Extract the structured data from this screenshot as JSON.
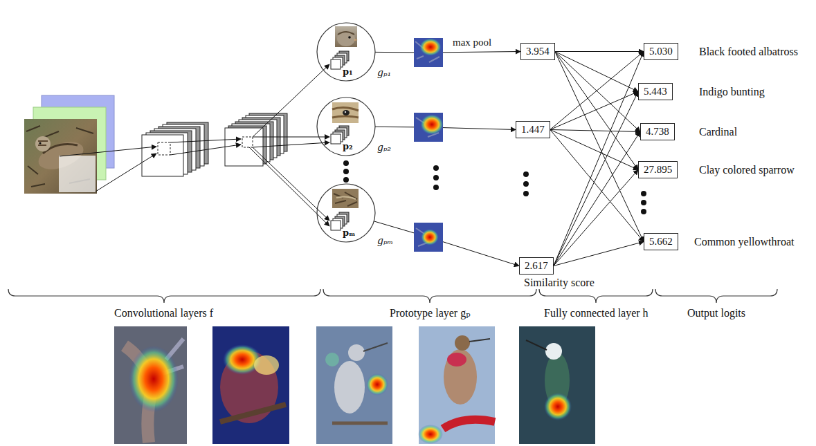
{
  "diagram": {
    "nodes": [
      {
        "text": [
          "p₁",
          "gₚ₁"
        ]
      },
      {
        "text": [
          "p₂",
          "gₚ₂"
        ]
      },
      {
        "text": [
          "pₘ",
          "gₚₘ"
        ]
      },
      {
        "text": [
          "3.954"
        ]
      },
      {
        "text": [
          "1.447"
        ]
      },
      {
        "text": [
          "2.617"
        ]
      },
      {
        "text": [
          "5.030"
        ]
      },
      {
        "text": [
          "5.443"
        ]
      },
      {
        "text": [
          "4.738"
        ]
      },
      {
        "text": [
          "27.895"
        ]
      },
      {
        "text": [
          "5.662"
        ]
      }
    ],
    "edges": [
      {
        "from": 0,
        "to": 3,
        "arrow": "to",
        "label": "max pool"
      },
      {
        "from": 1,
        "to": 4,
        "arrow": "to"
      },
      {
        "from": 2,
        "to": 5,
        "arrow": "to"
      },
      {
        "from": 3,
        "to": 6,
        "arrow": "to"
      },
      {
        "from": 3,
        "to": 7,
        "arrow": "to"
      },
      {
        "from": 3,
        "to": 8,
        "arrow": "to"
      },
      {
        "from": 3,
        "to": 9,
        "arrow": "to"
      },
      {
        "from": 3,
        "to": 10,
        "arrow": "to"
      },
      {
        "from": 4,
        "to": 6,
        "arrow": "to"
      },
      {
        "from": 4,
        "to": 7,
        "arrow": "to"
      },
      {
        "from": 4,
        "to": 8,
        "arrow": "to"
      },
      {
        "from": 4,
        "to": 9,
        "arrow": "to"
      },
      {
        "from": 4,
        "to": 10,
        "arrow": "to"
      },
      {
        "from": 5,
        "to": 6,
        "arrow": "to"
      },
      {
        "from": 5,
        "to": 7,
        "arrow": "to"
      },
      {
        "from": 5,
        "to": 8,
        "arrow": "to"
      },
      {
        "from": 5,
        "to": 9,
        "arrow": "to"
      },
      {
        "from": 5,
        "to": 10,
        "arrow": "to"
      }
    ],
    "labels": [
      "Black footed albatross",
      "Indigo bunting",
      "Cardinal",
      "Clay colored sparrow",
      "Common yellowthroat",
      "Similarity score",
      "Convolutional layers f",
      "Prototype layer gₚ",
      "Fully connected layer h",
      "Output logits"
    ]
  }
}
